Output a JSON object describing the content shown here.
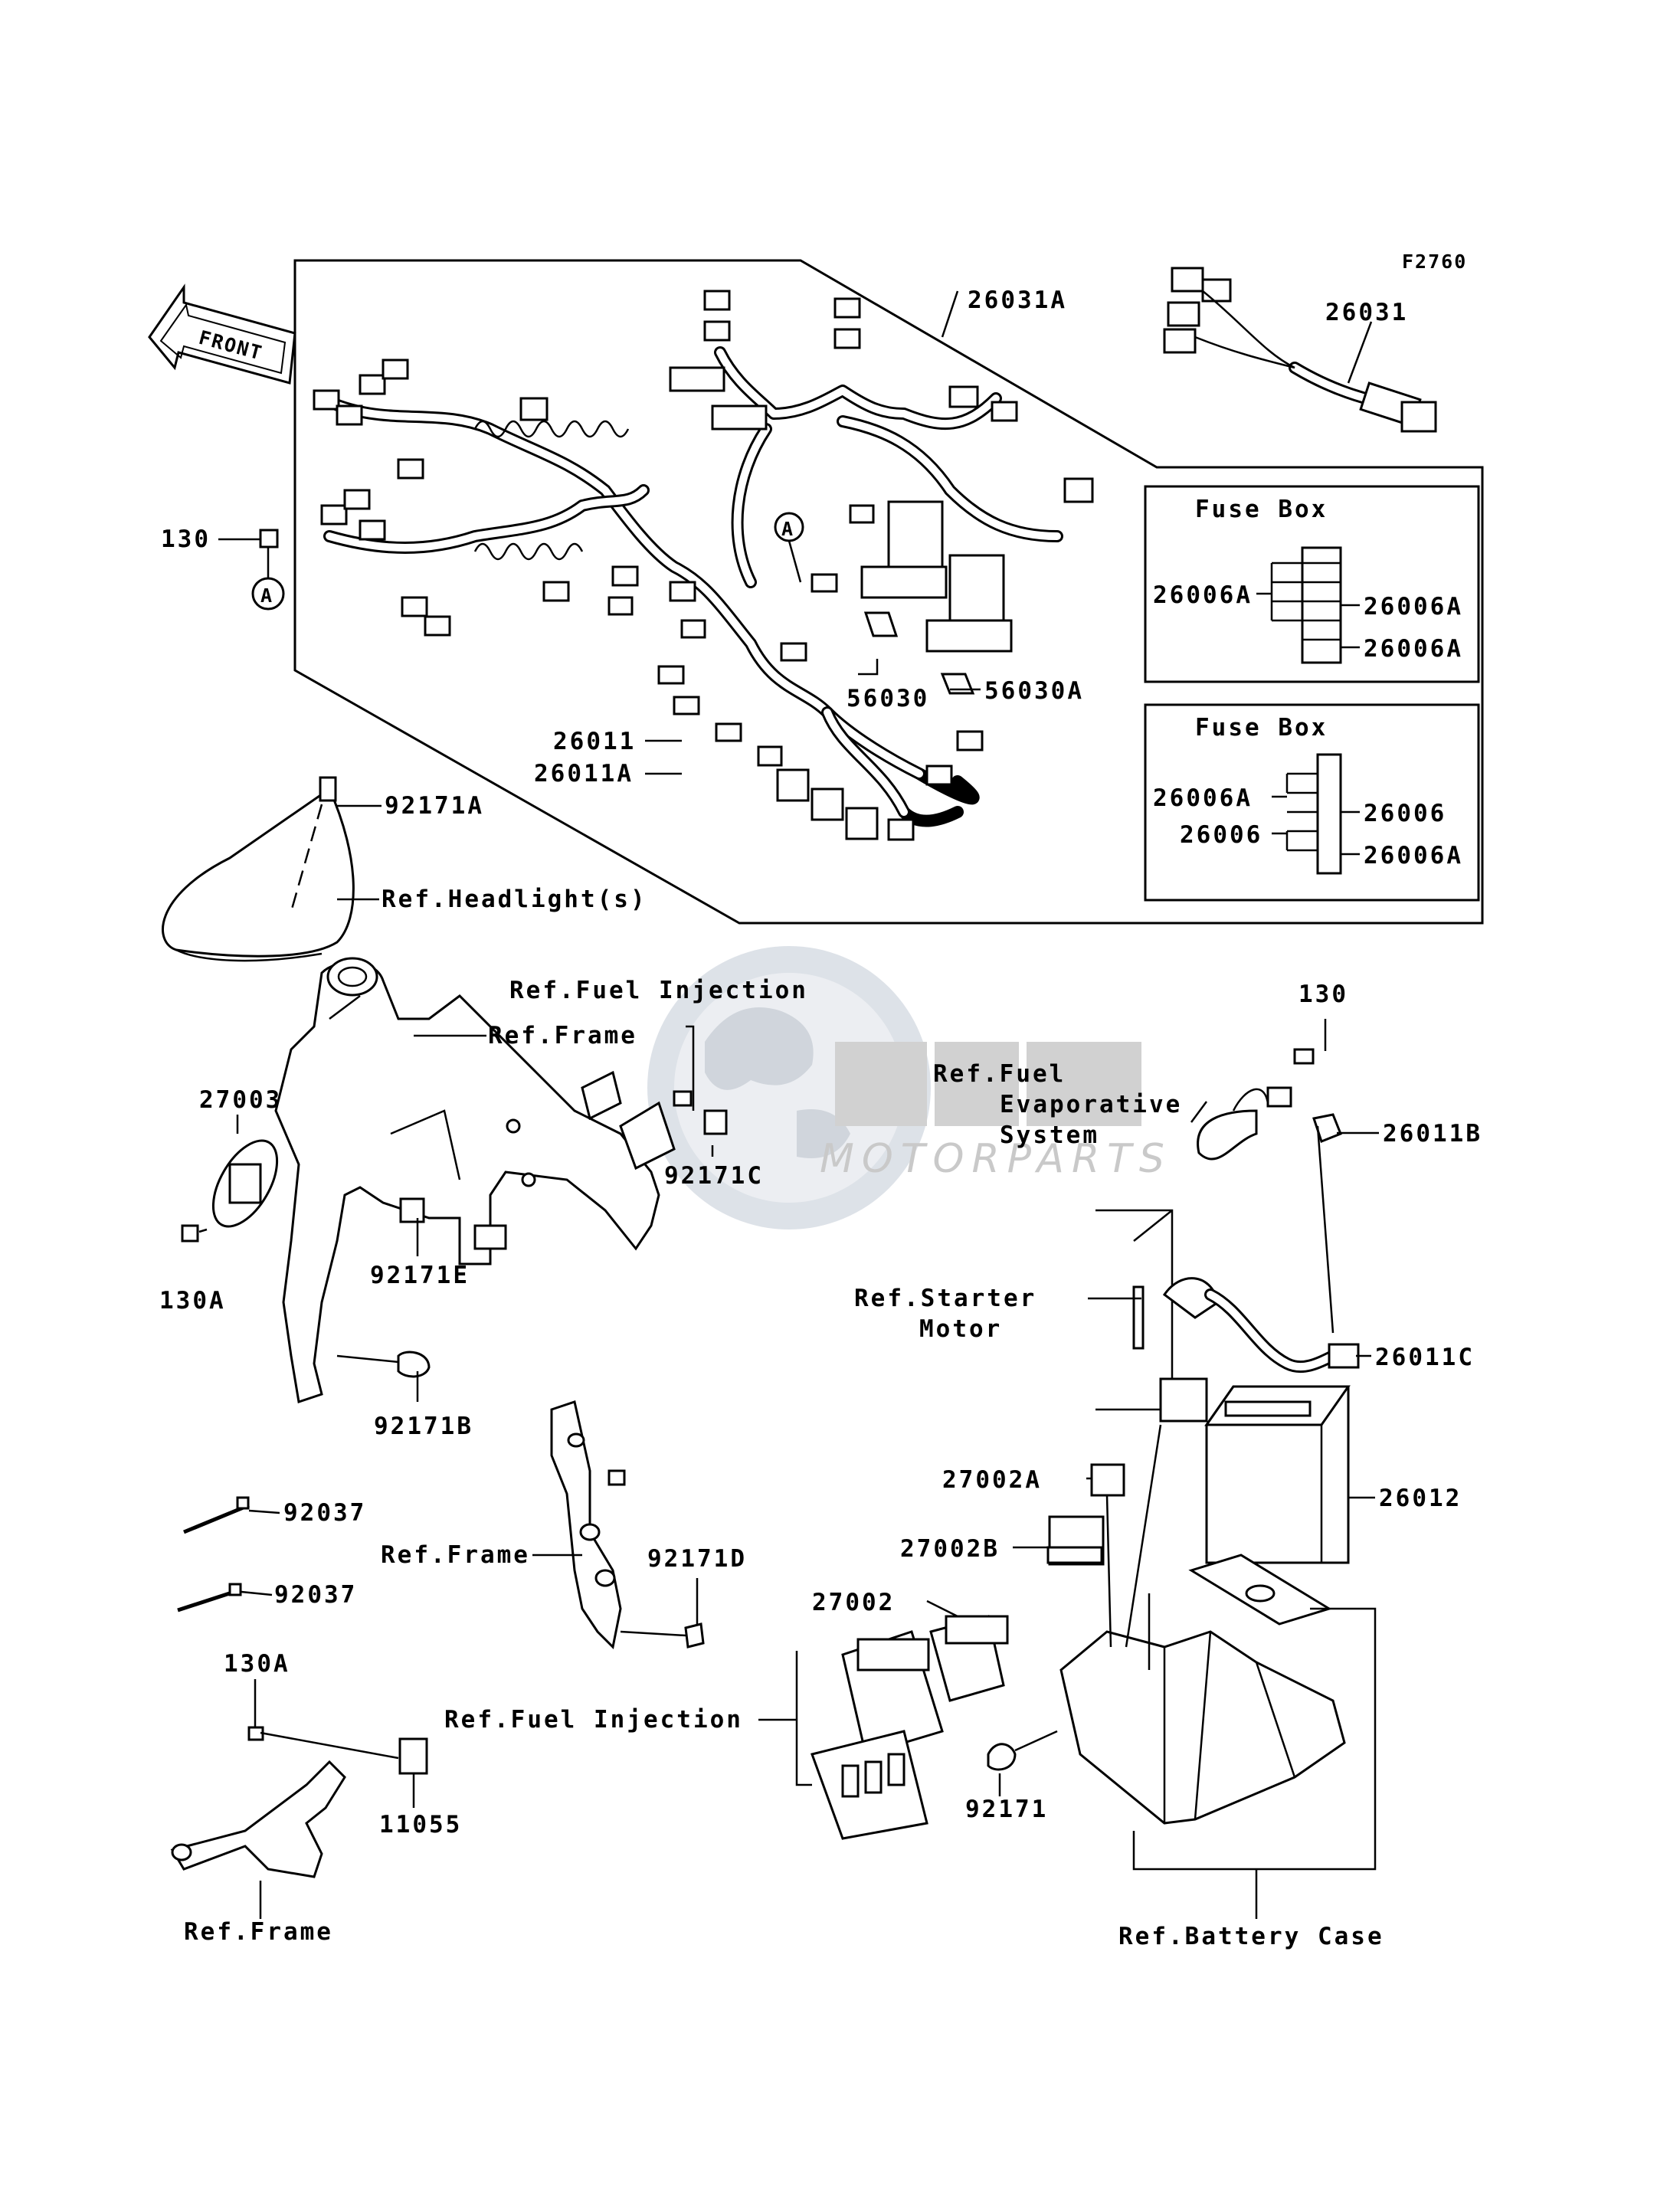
{
  "diagram": {
    "code": "F2760",
    "front_label": "FRONT",
    "watermark": {
      "logo": "OSM",
      "text": "MOTORPARTS"
    },
    "fuse_box_1": {
      "title": "Fuse Box",
      "left": "26006A",
      "right_top": "26006A",
      "right_bottom": "26006A"
    },
    "fuse_box_2": {
      "title": "Fuse Box",
      "left_top": "26006A",
      "left_bottom": "26006",
      "right_top": "26006",
      "right_bottom": "26006A"
    },
    "markers": {
      "a1": "A",
      "a2": "A"
    },
    "callouts": {
      "p26031A": "26031A",
      "p26031": "26031",
      "p130_top_left": "130",
      "p56030": "56030",
      "p56030A": "56030A",
      "p26011": "26011",
      "p26011A": "26011A",
      "p92171A": "92171A",
      "ref_headlight": "Ref.Headlight(s)",
      "ref_fuel_injection_top": "Ref.Fuel Injection",
      "ref_frame_top": "Ref.Frame",
      "p27003": "27003",
      "p92171C": "92171C",
      "p130A_left": "130A",
      "p92171E": "92171E",
      "p92171B": "92171B",
      "ref_fuel_evap_1": "Ref.Fuel",
      "ref_fuel_evap_2": "Evaporative",
      "ref_fuel_evap_3": "System",
      "p130_right": "130",
      "p26011B": "26011B",
      "ref_starter_1": "Ref.Starter",
      "ref_starter_2": "Motor",
      "p26011C": "26011C",
      "p26012": "26012",
      "p27002A": "27002A",
      "p27002B": "27002B",
      "p27002": "27002",
      "p92037_a": "92037",
      "p92037_b": "92037",
      "ref_frame_mid": "Ref.Frame",
      "p92171D": "92171D",
      "ref_fuel_injection_bottom": "Ref.Fuel Injection",
      "p130A_bottom": "130A",
      "p11055": "11055",
      "ref_frame_bottom": "Ref.Frame",
      "p92171": "92171",
      "ref_battery_case": "Ref.Battery Case"
    }
  }
}
